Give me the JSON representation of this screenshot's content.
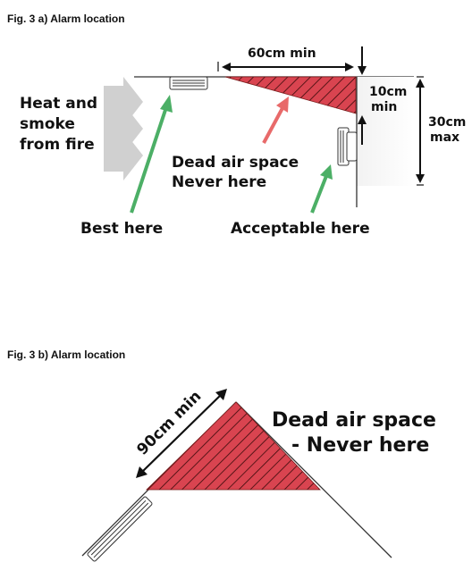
{
  "fig_a": {
    "caption": "Fig. 3 a) Alarm location",
    "heat_lines": [
      "Heat and",
      "smoke",
      "from fire"
    ],
    "dim_top": "60cm min",
    "dim_gap_lines": [
      "10cm",
      "min"
    ],
    "dim_side_lines": [
      "30cm",
      "max"
    ],
    "dead_air_lines": [
      "Dead air space",
      "Never here"
    ],
    "best": "Best here",
    "acceptable": "Acceptable here"
  },
  "fig_b": {
    "caption": "Fig. 3 b) Alarm location",
    "dim": "90cm min",
    "dead_air_lines": [
      "Dead air space",
      "- Never here"
    ]
  },
  "colors": {
    "dead_fill": "#d94450",
    "good_arrow": "#4caf66",
    "bad_arrow": "#e86a6a",
    "heat_arrow": "#d0d0d0",
    "line": "#333333"
  }
}
